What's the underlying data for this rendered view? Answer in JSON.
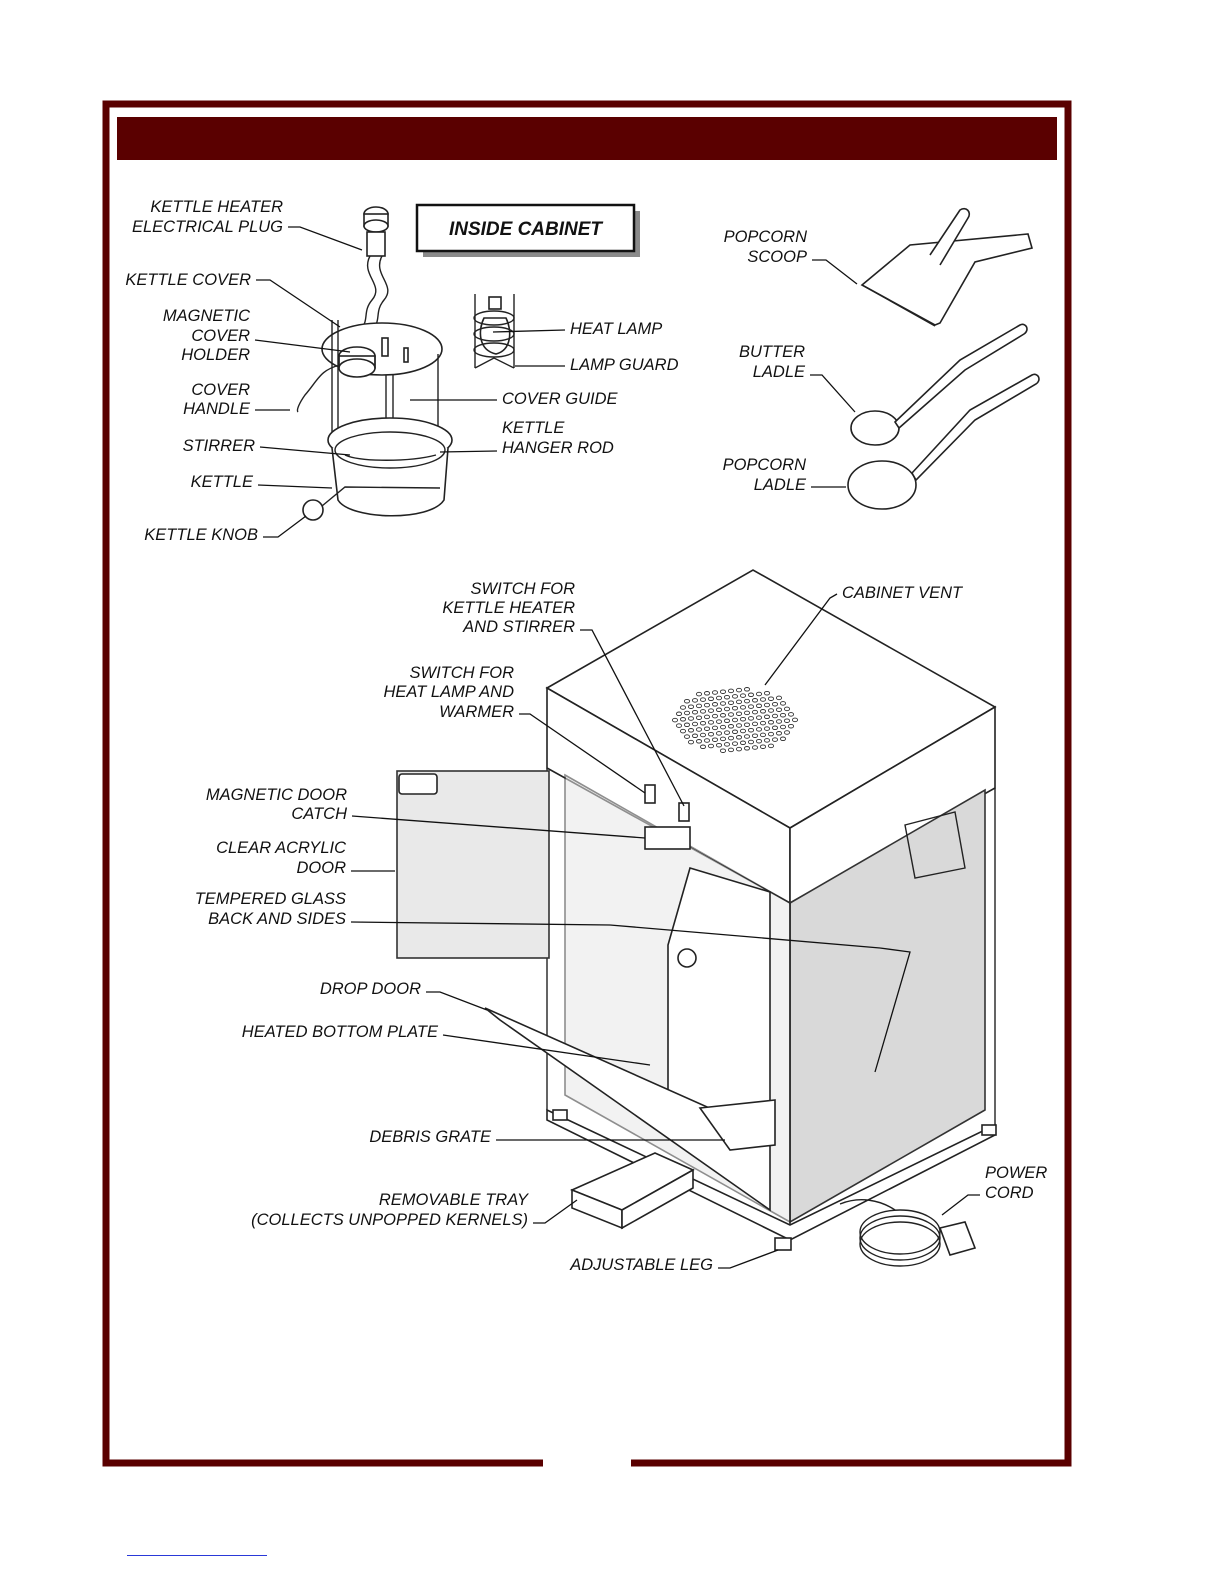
{
  "colors": {
    "frame": "#5a0000",
    "header": "#5a0000",
    "line": "#111111",
    "glass": "#e9e9e9"
  },
  "box_title": "INSIDE CABINET",
  "labels": {
    "kettle_heater_plug": [
      "KETTLE HEATER",
      "ELECTRICAL PLUG"
    ],
    "kettle_cover": [
      "KETTLE COVER"
    ],
    "magnetic_cover_holder": [
      "MAGNETIC",
      "COVER",
      "HOLDER"
    ],
    "cover_handle": [
      "COVER",
      "HANDLE"
    ],
    "stirrer": [
      "STIRRER"
    ],
    "kettle": [
      "KETTLE"
    ],
    "kettle_knob": [
      "KETTLE KNOB"
    ],
    "heat_lamp": [
      "HEAT LAMP"
    ],
    "lamp_guard": [
      "LAMP GUARD"
    ],
    "cover_guide": [
      "COVER GUIDE"
    ],
    "kettle_hanger_rod": [
      "KETTLE",
      "HANGER ROD"
    ],
    "popcorn_scoop": [
      "POPCORN",
      "SCOOP"
    ],
    "butter_ladle": [
      "BUTTER",
      "LADLE"
    ],
    "popcorn_ladle": [
      "POPCORN",
      "LADLE"
    ],
    "switch_kettle": [
      "SWITCH FOR",
      "KETTLE HEATER",
      "AND STIRRER"
    ],
    "cabinet_vent": [
      "CABINET VENT"
    ],
    "switch_lamp": [
      "SWITCH FOR",
      "HEAT LAMP AND",
      "WARMER"
    ],
    "magnetic_door_catch": [
      "MAGNETIC DOOR",
      "CATCH"
    ],
    "clear_acrylic_door": [
      "CLEAR ACRYLIC",
      "DOOR"
    ],
    "tempered_glass": [
      "TEMPERED GLASS",
      "BACK AND SIDES"
    ],
    "drop_door": [
      "DROP DOOR"
    ],
    "heated_bottom_plate": [
      "HEATED BOTTOM PLATE"
    ],
    "debris_grate": [
      "DEBRIS GRATE"
    ],
    "removable_tray": [
      "REMOVABLE TRAY",
      "(COLLECTS UNPOPPED KERNELS)"
    ],
    "adjustable_leg": [
      "ADJUSTABLE LEG"
    ],
    "power_cord": [
      "POWER",
      "CORD"
    ]
  }
}
